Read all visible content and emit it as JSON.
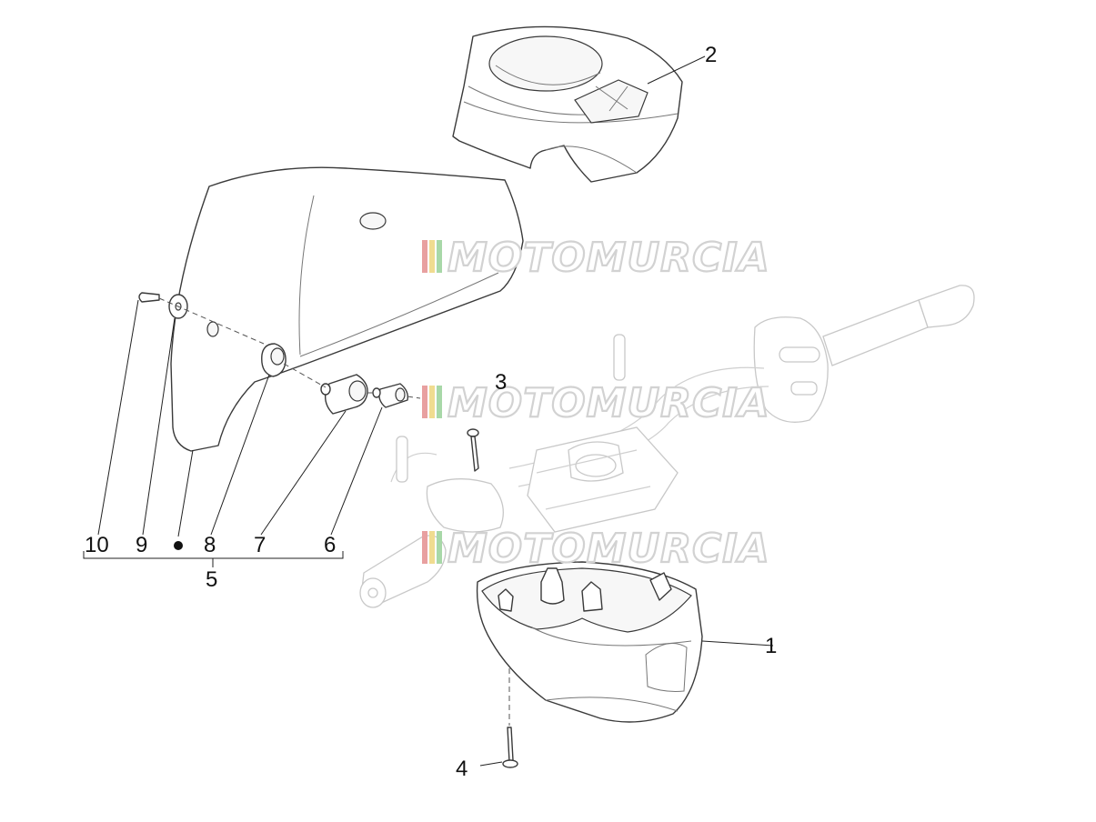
{
  "diagram": {
    "callouts": [
      {
        "id": "1",
        "label": "1"
      },
      {
        "id": "2",
        "label": "2"
      },
      {
        "id": "3",
        "label": "3"
      },
      {
        "id": "4",
        "label": "4"
      },
      {
        "id": "5",
        "label": "5"
      },
      {
        "id": "6",
        "label": "6"
      },
      {
        "id": "7",
        "label": "7"
      },
      {
        "id": "8",
        "label": "8"
      },
      {
        "id": "9",
        "label": "9"
      },
      {
        "id": "10",
        "label": "10"
      }
    ],
    "watermark": "MOTOMURCIA",
    "colors": {
      "outline": "#3a3a3a",
      "ghost": "#c8c8c8",
      "watermark_red": "#e8a0a0",
      "watermark_yellow": "#f0dc90",
      "watermark_green": "#a8d8a8"
    }
  }
}
